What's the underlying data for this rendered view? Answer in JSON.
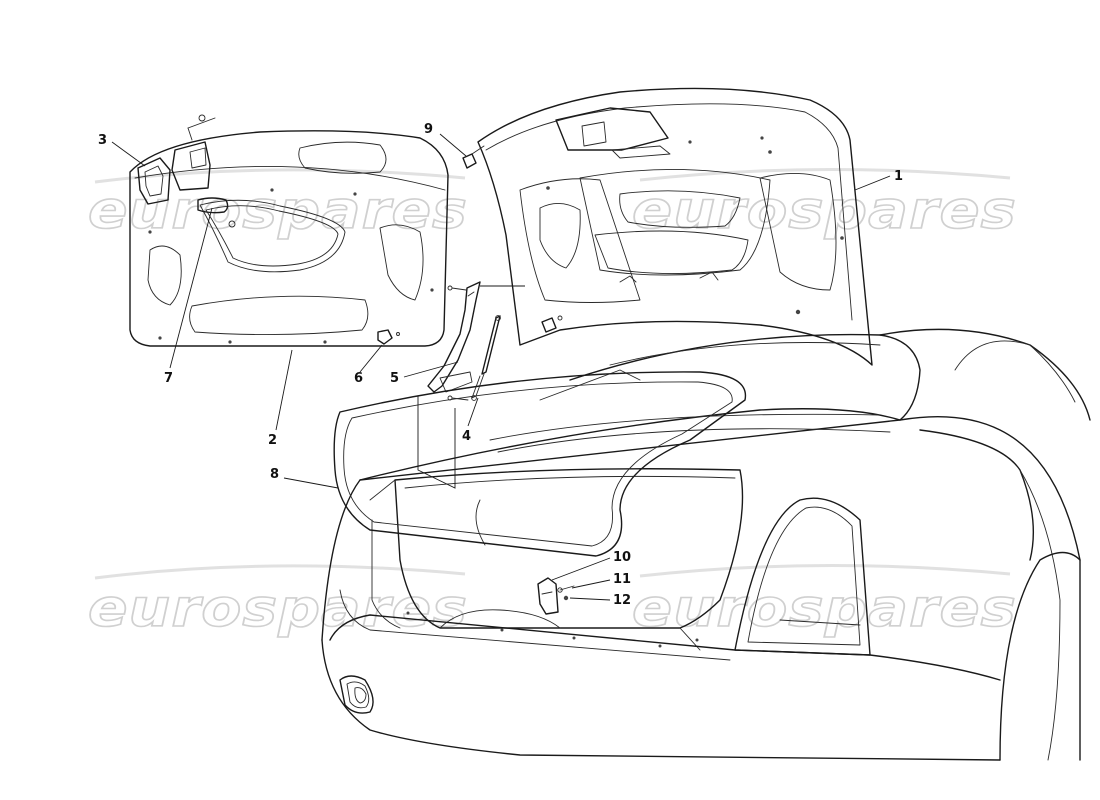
{
  "watermark": {
    "text": "eurospares"
  },
  "callouts": [
    {
      "id": "c1",
      "text": "1"
    },
    {
      "id": "c2",
      "text": "2"
    },
    {
      "id": "c3",
      "text": "3"
    },
    {
      "id": "c4",
      "text": "4"
    },
    {
      "id": "c5",
      "text": "5"
    },
    {
      "id": "c6",
      "text": "6"
    },
    {
      "id": "c7",
      "text": "7"
    },
    {
      "id": "c8",
      "text": "8"
    },
    {
      "id": "c9",
      "text": "9"
    },
    {
      "id": "c10",
      "text": "10"
    },
    {
      "id": "c11",
      "text": "11"
    },
    {
      "id": "c12",
      "text": "12"
    }
  ]
}
